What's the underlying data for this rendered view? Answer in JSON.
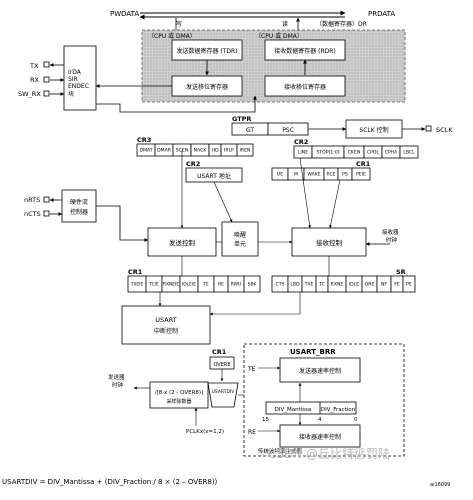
{
  "top": {
    "pwdata": "PWDATA",
    "prdata": "PRDATA",
    "write": "写",
    "read": "读",
    "dr_label": "（数据寄存器）DR",
    "cpu_dma_left": "（CPU 或 DMA）",
    "cpu_dma_right": "（CPU 或 DMA）"
  },
  "registers": {
    "tdr": "发送数据寄存器 (TDR)",
    "rdr": "接收数据寄存器 (RDR)",
    "tx_shift": "发送移位寄存器",
    "rx_shift": "接收移位寄存器"
  },
  "pins": {
    "tx": "TX",
    "rx": "RX",
    "sw_rx": "SW_RX",
    "nrts": "nRTS",
    "ncts": "nCTS",
    "sclk": "SCLK"
  },
  "irda": [
    "IrDA",
    "SIR",
    "ENDEC",
    "块"
  ],
  "hw_flow": [
    "硬件流",
    "控制器"
  ],
  "gtpr": {
    "title": "GTPR",
    "gt": "GT",
    "psc": "PSC"
  },
  "sclk_ctrl": "SCLK 控制",
  "cr3": {
    "title": "CR3",
    "bits": [
      "DMAT",
      "DMAR",
      "SCEN",
      "NACK",
      "HD",
      "IRLP",
      "IREN"
    ]
  },
  "cr2_top": {
    "title": "CR2",
    "bits": [
      "LINE",
      "STOP[1:0]",
      "CKEN",
      "CPOL",
      "CPHA",
      "LBCL"
    ]
  },
  "cr2_addr": {
    "title": "CR2",
    "box": "USART 地址"
  },
  "cr1_top": {
    "title": "CR1",
    "bits": [
      "UE",
      "M",
      "WAKE",
      "PCE",
      "PS",
      "PEIE"
    ]
  },
  "blocks": {
    "tx_ctrl": "发送控制",
    "wakeup": [
      "唤醒",
      "单元"
    ],
    "rx_ctrl": "接收控制",
    "rx_clock": [
      "接收器",
      "时钟"
    ],
    "usart_irq": [
      "USART",
      "中断控制"
    ]
  },
  "cr1_bottom": {
    "title": "CR1",
    "bits": [
      "TXEIE",
      "TCIE",
      "RXNEIE",
      "IDLEIE",
      "TE",
      "RE",
      "RWU",
      "SBK"
    ]
  },
  "sr": {
    "title": "SR",
    "bits": [
      "CTS",
      "LBD",
      "TXE",
      "TC",
      "RXNE",
      "IDLE",
      "ORE",
      "NF",
      "FE",
      "PE"
    ]
  },
  "baud": {
    "cr1_title": "CR1",
    "over8": "OVER8",
    "tx_clock": [
      "发送器",
      "时钟"
    ],
    "divider": "/[8 x (2 - OVER8)]",
    "divider_sub": "采样除数器",
    "usartdiv": "USARTDIV",
    "pclk": "PCLKx(x=1,2)",
    "brr_title": "USART_BRR",
    "te": "TE",
    "re": "RE",
    "tx_rate": "发送器速率控制",
    "rx_rate": "接收器速率控制",
    "mantissa": "DIV_Mantissa",
    "fraction": "DIV_Fraction",
    "n15": "15",
    "n4": "4",
    "n0": "0",
    "conventional": "传统波特率生成器"
  },
  "formula": "USARTDIV = DIV_Mantissa + (DIV_Fraction / 8 × (2 – OVER8))",
  "part_id": "ai16099",
  "watermark": "CSDN @丘比特惩罚陆"
}
